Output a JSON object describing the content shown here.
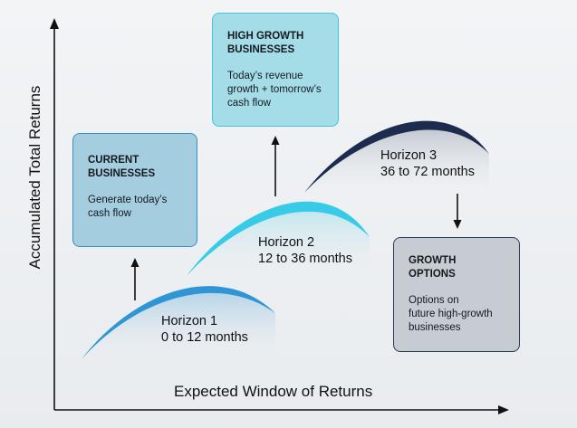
{
  "axes": {
    "y_label": "Accumulated Total Returns",
    "x_label": "Expected Window of Returns"
  },
  "horizons": [
    {
      "name": "Horizon 1",
      "period": "0 to 12 months",
      "color": "#2f95d4"
    },
    {
      "name": "Horizon 2",
      "period": "12 to 36 months",
      "color": "#38cbe8"
    },
    {
      "name": "Horizon 3",
      "period": "36 to 72 months",
      "color": "#1d2c4e"
    }
  ],
  "boxes": {
    "current": {
      "title": "CURRENT\nBUSINESSES",
      "desc": "Generate today’s\ncash flow"
    },
    "high_growth": {
      "title": "HIGH GROWTH\nBUSINESSES",
      "desc": "Today’s revenue\ngrowth + tomorrow’s\ncash flow"
    },
    "growth_options": {
      "title": "GROWTH\nOPTIONS",
      "desc": "Options on\nfuture high-growth\nbusinesses"
    }
  }
}
